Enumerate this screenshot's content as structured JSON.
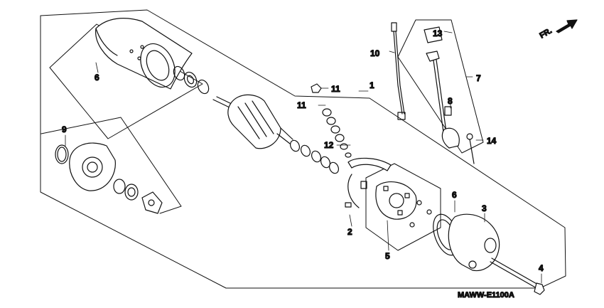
{
  "diagram": {
    "callouts": [
      {
        "id": "c1",
        "label": "1"
      },
      {
        "id": "c2",
        "label": "2"
      },
      {
        "id": "c3",
        "label": "3"
      },
      {
        "id": "c4",
        "label": "4"
      },
      {
        "id": "c5",
        "label": "5"
      },
      {
        "id": "c6a",
        "label": "6"
      },
      {
        "id": "c6b",
        "label": "6"
      },
      {
        "id": "c7",
        "label": "7"
      },
      {
        "id": "c8",
        "label": "8"
      },
      {
        "id": "c9",
        "label": "9"
      },
      {
        "id": "c10",
        "label": "10"
      },
      {
        "id": "c11a",
        "label": "11"
      },
      {
        "id": "c11b",
        "label": "11"
      },
      {
        "id": "c12",
        "label": "12"
      },
      {
        "id": "c13",
        "label": "13"
      },
      {
        "id": "c14",
        "label": "14"
      }
    ],
    "direction_label": "FR.",
    "diagram_code": "MAWW-E1100A"
  }
}
